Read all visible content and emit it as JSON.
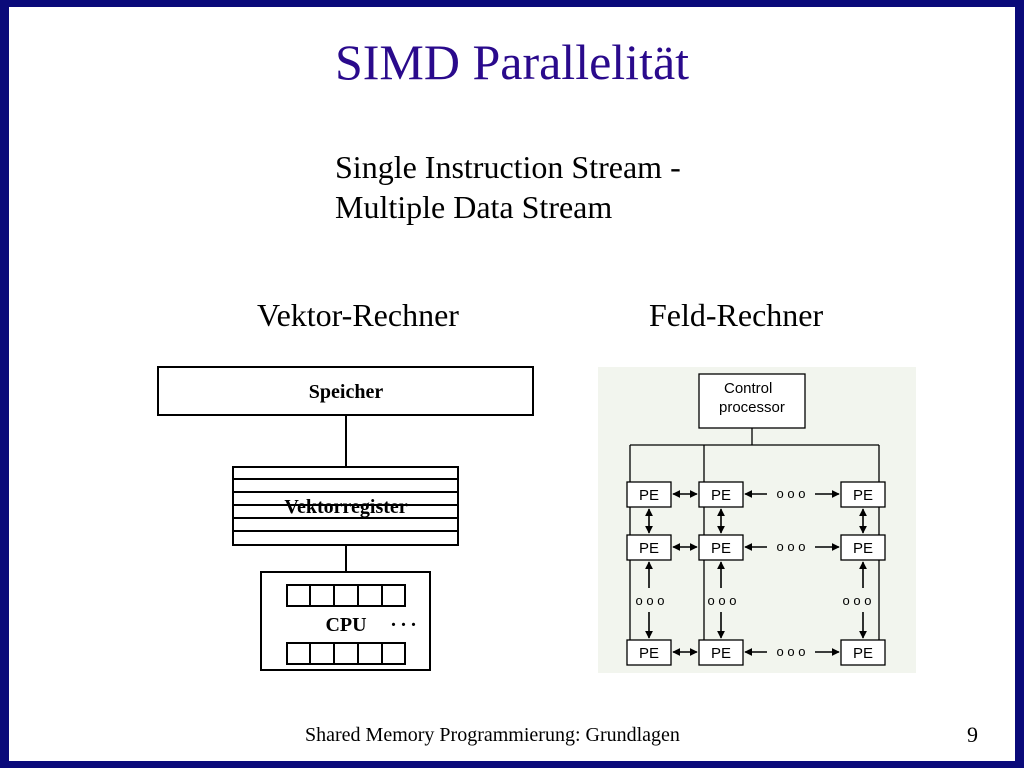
{
  "slide": {
    "title": "SIMD Parallelität",
    "subtitle_line1": "Single Instruction Stream -",
    "subtitle_line2": "Multiple Data Stream",
    "footer": "Shared Memory Programmierung: Grundlagen",
    "page_number": "9"
  },
  "vector_diagram": {
    "heading": "Vektor-Rechner",
    "memory_label": "Speicher",
    "register_label": "Vektorregister",
    "cpu_label": "CPU",
    "ellipsis": ". . ."
  },
  "array_diagram": {
    "heading": "Feld-Rechner",
    "control_line1": "Control",
    "control_line2": "processor",
    "pe_label": "PE",
    "dots": "o o o"
  },
  "colors": {
    "border": "#0a0a7a",
    "title": "#2a0a8c",
    "array_background": "#f2f5ee"
  }
}
